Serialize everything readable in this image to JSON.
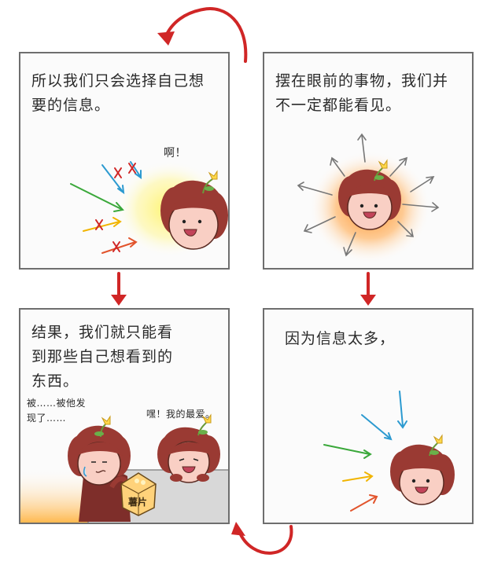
{
  "panels": {
    "top_left": {
      "caption": "所以我们只会选择自己想\n要的信息。",
      "exclaim": "啊！"
    },
    "top_right": {
      "caption": "摆在眼前的事物，我们并\n不一定都能看见。"
    },
    "bottom_left": {
      "caption": "结果，我们就只能看\n到那些自己想看到的\n东西。",
      "bubble_left": "被……被他发\n现了……",
      "bubble_right": "嘿！我的最爱。",
      "chips_label": "薯片"
    },
    "bottom_right": {
      "caption": "因为信息太多，"
    }
  },
  "colors": {
    "flow_arrow": "#d02626",
    "skin": "#f9cfc4",
    "hair": "#9a3a33",
    "glow_yellow": "#fff36a",
    "glow_orange": "#ffa033",
    "floor": "#ffb13b"
  }
}
